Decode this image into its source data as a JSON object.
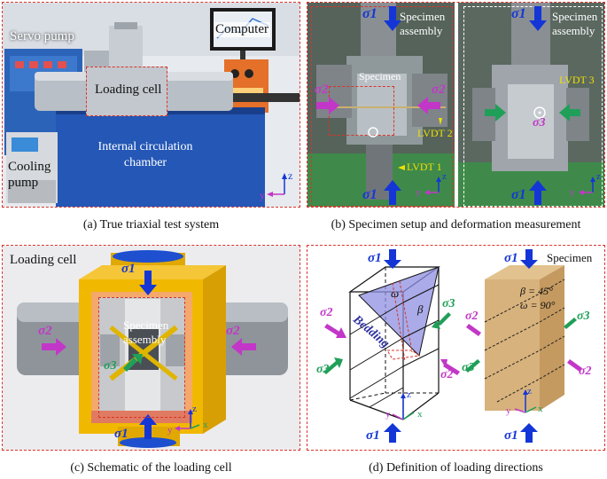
{
  "panels": {
    "a": {
      "caption": "(a) True triaxial test system",
      "labels": {
        "servo_pump": "Servo pump",
        "computer": "Computer",
        "loading_cell": "Loading cell",
        "internal_circulation": "Internal circulation chamber",
        "cooling_pump": "Cooling pump",
        "axis_z": "z",
        "axis_y": "y"
      }
    },
    "b": {
      "caption": "(b) Specimen setup and deformation measurement",
      "labels": {
        "sigma1_top_left": "σ1",
        "specimen_assembly_left": "Specimen assembly",
        "specimen": "Specimen",
        "sigma2_left": "σ2",
        "sigma2_right": "σ2",
        "lvdt2": "LVDT 2",
        "lvdt1": "LVDT 1",
        "sigma1_bottom_left": "σ1",
        "axis_z_left": "z",
        "axis_y_left": "y",
        "sigma1_top_right": "σ1",
        "specimen_assembly_right": "Specimen assembly",
        "lvdt3": "LVDT 3",
        "sigma3_right": "σ3",
        "sigma1_bottom_right": "σ1",
        "axis_z_right": "z",
        "axis_y_right": "y"
      }
    },
    "c": {
      "caption": "(c) Schematic of the loading cell",
      "labels": {
        "loading_cell": "Loading cell",
        "sigma1_top": "σ1",
        "specimen_assembly": "Specimen assembly",
        "sigma2_left": "σ2",
        "sigma2_right": "σ2",
        "sigma3": "σ3",
        "sigma1_bottom": "σ1",
        "axis_z": "z",
        "axis_y": "y",
        "axis_x": "x"
      }
    },
    "d": {
      "caption": "(d) Definition of loading directions",
      "labels": {
        "sigma1_top_left": "σ1",
        "omega": "ω",
        "beta": "β",
        "bedding": "Bedding",
        "sigma2_left": "σ2",
        "sigma3_right": "σ3",
        "sigma3_left": "σ3",
        "sigma2_right": "σ2",
        "axis_z": "z",
        "axis_y": "y",
        "axis_x": "x",
        "sigma1_bottom_left": "σ1",
        "sigma1_top_right": "σ1",
        "specimen": "Specimen",
        "beta_value": "β = 45°",
        "omega_value": "ω = 90°",
        "sigma2_cube_left": "σ2",
        "sigma3_cube_right": "σ3",
        "sigma3_cube_left": "σ3",
        "sigma2_cube_right": "σ2",
        "axis_z_cube": "z",
        "axis_y_cube": "y",
        "axis_x_cube": "x",
        "sigma1_bottom_right": "σ1"
      }
    }
  },
  "colors": {
    "frame_red": "#d9342b",
    "sigma1_blue": "#1436d6",
    "sigma2_magenta": "#c237c8",
    "sigma3_green": "#1f9f58",
    "lvdt_yellow": "#f0e000",
    "cell_yellow": "#f1b800",
    "cell_inner": "#f0a15a",
    "sandstone": "#d7b27c"
  }
}
